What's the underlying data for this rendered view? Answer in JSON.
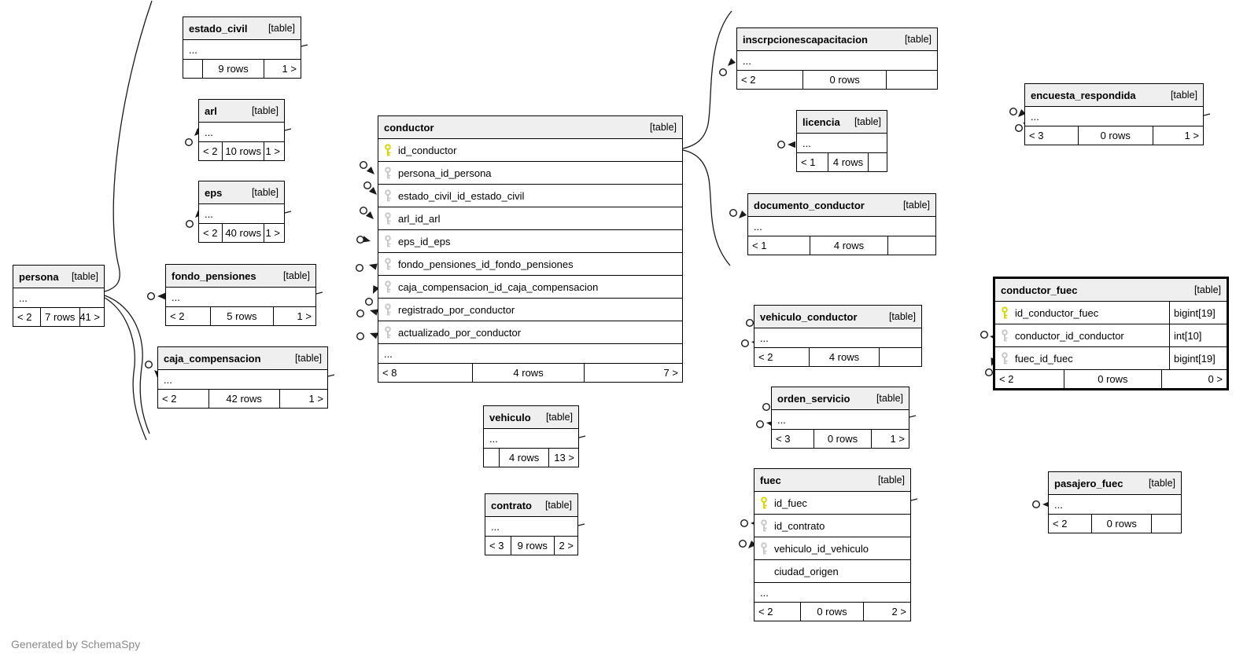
{
  "labels": {
    "ellipsis": "...",
    "note": "Generated by SchemaSpy"
  },
  "colors": {
    "header_bg": "#efefef",
    "border": "#000000",
    "primary_key": "#d6d600",
    "foreign_key": "#c8c8c8",
    "edge": "#1a1a1a",
    "note_text": "#8a8a8a"
  },
  "tables": [
    {
      "name": "estado_civil",
      "tag": "[table]",
      "columns": [],
      "ellipsis": true,
      "footer": [
        "",
        "9 rows",
        "1 >"
      ]
    },
    {
      "name": "arl",
      "tag": "[table]",
      "columns": [],
      "ellipsis": true,
      "footer": [
        "< 2",
        "10 rows",
        "1 >"
      ]
    },
    {
      "name": "eps",
      "tag": "[table]",
      "columns": [],
      "ellipsis": true,
      "footer": [
        "< 2",
        "40 rows",
        "1 >"
      ]
    },
    {
      "name": "persona",
      "tag": "[table]",
      "columns": [],
      "ellipsis": true,
      "footer": [
        "< 2",
        "7 rows",
        "41 >"
      ]
    },
    {
      "name": "fondo_pensiones",
      "tag": "[table]",
      "columns": [],
      "ellipsis": true,
      "footer": [
        "< 2",
        "5 rows",
        "1 >"
      ]
    },
    {
      "name": "caja_compensacion",
      "tag": "[table]",
      "columns": [],
      "ellipsis": true,
      "footer": [
        "< 2",
        "42 rows",
        "1 >"
      ]
    },
    {
      "name": "conductor",
      "tag": "[table]",
      "ellipsis": true,
      "footer": [
        "< 8",
        "4 rows",
        "7 >"
      ],
      "columns": [
        {
          "name": "id_conductor",
          "key": "pk"
        },
        {
          "name": "persona_id_persona",
          "key": "fk"
        },
        {
          "name": "estado_civil_id_estado_civil",
          "key": "fk"
        },
        {
          "name": "arl_id_arl",
          "key": "fk"
        },
        {
          "name": "eps_id_eps",
          "key": "fk"
        },
        {
          "name": "fondo_pensiones_id_fondo_pensiones",
          "key": "fk"
        },
        {
          "name": "caja_compensacion_id_caja_compensacion",
          "key": "fk"
        },
        {
          "name": "registrado_por_conductor",
          "key": "fk"
        },
        {
          "name": "actualizado_por_conductor",
          "key": "fk"
        }
      ]
    },
    {
      "name": "vehiculo",
      "tag": "[table]",
      "columns": [],
      "ellipsis": true,
      "footer": [
        "",
        "4 rows",
        "13 >"
      ]
    },
    {
      "name": "contrato",
      "tag": "[table]",
      "columns": [],
      "ellipsis": true,
      "footer": [
        "< 3",
        "9 rows",
        "2 >"
      ]
    },
    {
      "name": "inscrpcionescapacitacion",
      "tag": "[table]",
      "columns": [],
      "ellipsis": true,
      "footer": [
        "< 2",
        "0 rows",
        ""
      ]
    },
    {
      "name": "licencia",
      "tag": "[table]",
      "columns": [],
      "ellipsis": true,
      "footer": [
        "< 1",
        "4 rows",
        ""
      ]
    },
    {
      "name": "documento_conductor",
      "tag": "[table]",
      "columns": [],
      "ellipsis": true,
      "footer": [
        "< 1",
        "4 rows",
        ""
      ]
    },
    {
      "name": "vehiculo_conductor",
      "tag": "[table]",
      "columns": [],
      "ellipsis": true,
      "footer": [
        "< 2",
        "4 rows",
        ""
      ]
    },
    {
      "name": "orden_servicio",
      "tag": "[table]",
      "columns": [],
      "ellipsis": true,
      "footer": [
        "< 3",
        "0 rows",
        "1 >"
      ]
    },
    {
      "name": "fuec",
      "tag": "[table]",
      "ellipsis": true,
      "footer": [
        "< 2",
        "0 rows",
        "2 >"
      ],
      "columns": [
        {
          "name": "id_fuec",
          "key": "pk"
        },
        {
          "name": "id_contrato",
          "key": "fk"
        },
        {
          "name": "vehiculo_id_vehiculo",
          "key": "fk"
        },
        {
          "name": "ciudad_origen",
          "key": null
        }
      ]
    },
    {
      "name": "encuesta_respondida",
      "tag": "[table]",
      "columns": [],
      "ellipsis": true,
      "footer": [
        "< 3",
        "0 rows",
        "1 >"
      ]
    },
    {
      "name": "conductor_fuec",
      "tag": "[table]",
      "emphasized": true,
      "ellipsis": false,
      "footer": [
        "< 2",
        "0 rows",
        "0 >"
      ],
      "columns": [
        {
          "name": "id_conductor_fuec",
          "key": "pk",
          "type": "bigint[19]"
        },
        {
          "name": "conductor_id_conductor",
          "key": "fk",
          "type": "int[10]"
        },
        {
          "name": "fuec_id_fuec",
          "key": "fk",
          "type": "bigint[19]"
        }
      ]
    },
    {
      "name": "pasajero_fuec",
      "tag": "[table]",
      "columns": [],
      "ellipsis": true,
      "footer": [
        "< 2",
        "0 rows",
        ""
      ]
    }
  ]
}
